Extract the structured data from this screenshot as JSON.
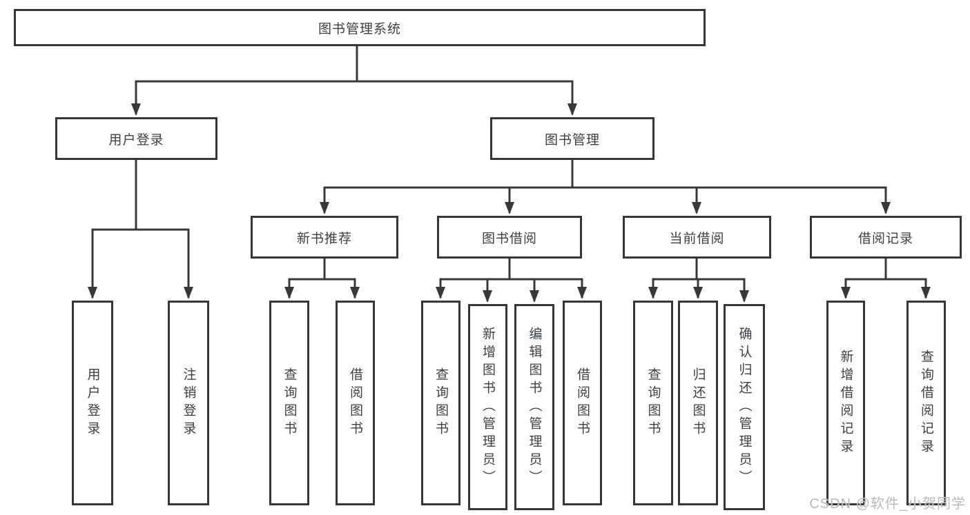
{
  "diagram": {
    "title": "图书管理系统",
    "branches": {
      "user_login": {
        "label": "用户登录",
        "children": [
          "用户登录",
          "注销登录"
        ]
      },
      "book_management": {
        "label": "图书管理",
        "sections": [
          {
            "label": "新书推荐",
            "children": [
              "查询图书",
              "借阅图书"
            ]
          },
          {
            "label": "图书借阅",
            "children": [
              "查询图书",
              "新增图书（管理员）",
              "编辑图书（管理员）",
              "借阅图书"
            ]
          },
          {
            "label": "当前借阅",
            "children": [
              "查询图书",
              "归还图书",
              "确认归还（管理员）"
            ]
          },
          {
            "label": "借阅记录",
            "children": [
              "新增借阅记录",
              "查询借阅记录"
            ]
          }
        ]
      }
    }
  },
  "watermark": {
    "text": "CSDN @软件_小贺同学"
  },
  "colors": {
    "line": "#383838",
    "box_border": "#363636",
    "text": "#3c4045",
    "watermark": "#b9b9b9",
    "background": "#ffffff"
  }
}
